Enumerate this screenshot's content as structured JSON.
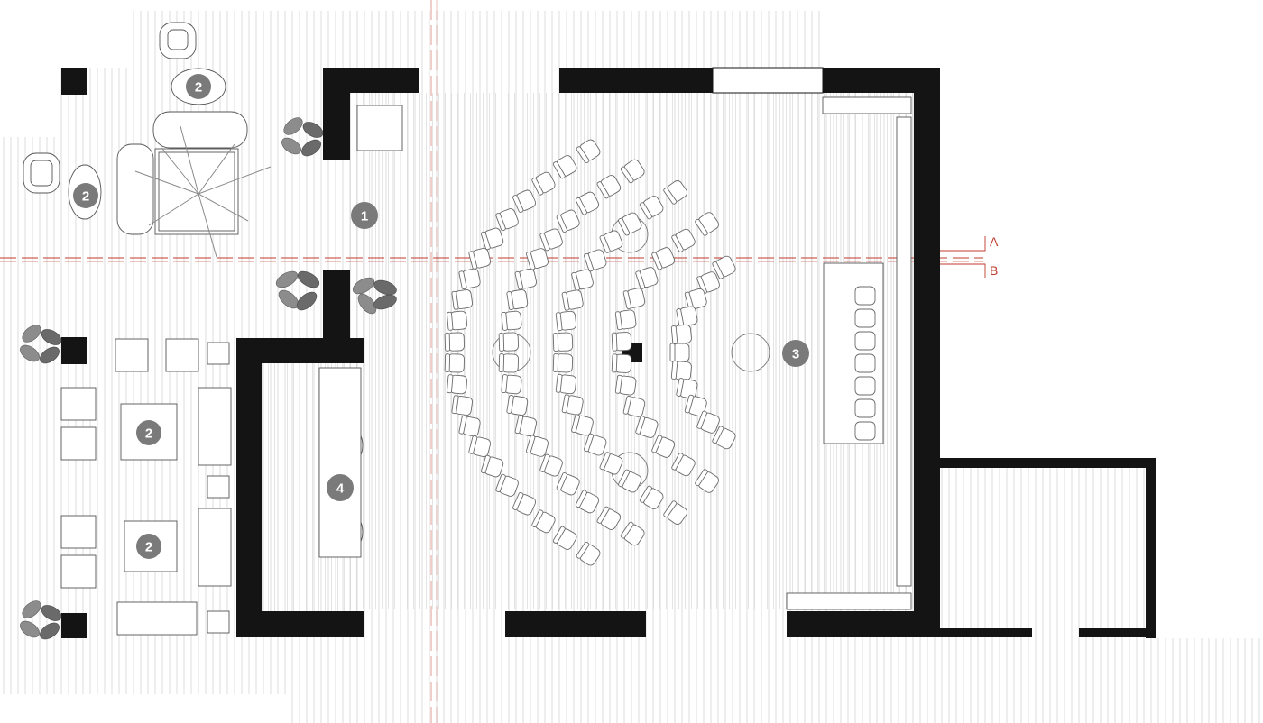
{
  "plan": {
    "markers": [
      {
        "id": "1",
        "label": "1"
      },
      {
        "id": "2a",
        "label": "2"
      },
      {
        "id": "2b",
        "label": "2"
      },
      {
        "id": "2c",
        "label": "2"
      },
      {
        "id": "2d",
        "label": "2"
      },
      {
        "id": "3",
        "label": "3"
      },
      {
        "id": "4",
        "label": "4"
      }
    ],
    "section_lines": [
      {
        "label": "A",
        "color": "#c0392b"
      },
      {
        "label": "B",
        "color": "#c0392b"
      }
    ],
    "colors": {
      "wall": "#141414",
      "deck_line": "#d3d3d3",
      "marker_fill": "#7a7a7a",
      "section_line": "#c0392b",
      "plant": "#8c8c8c"
    }
  }
}
